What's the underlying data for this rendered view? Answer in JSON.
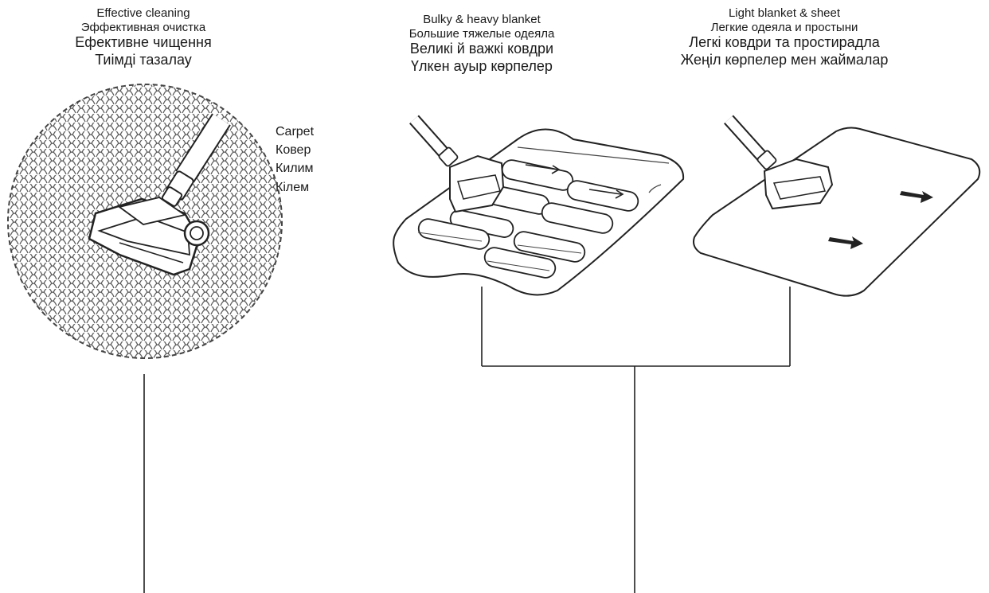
{
  "panels": [
    {
      "id": "carpet",
      "caption": [
        "Effective cleaning",
        "Эффективная очистка",
        "Ефективне чищення",
        "Тиімді тазалау"
      ],
      "surface_labels": [
        "Carpet",
        "Ковер",
        "Килим",
        "Кілем"
      ]
    },
    {
      "id": "bulky",
      "caption": [
        "Bulky & heavy blanket",
        "Большие тяжелые одеяла",
        "Великі й важкі ковдри",
        "Үлкен ауыр көрпелер"
      ]
    },
    {
      "id": "light",
      "caption": [
        "Light blanket & sheet",
        "Легкие одеяла и простыни",
        "Легкі ковдри та простирадла",
        "Жеңіл көрпелер мен жаймалар"
      ]
    }
  ],
  "colors": {
    "line": "#222222",
    "pattern": "#5a5a5a",
    "fill": "#ffffff"
  }
}
